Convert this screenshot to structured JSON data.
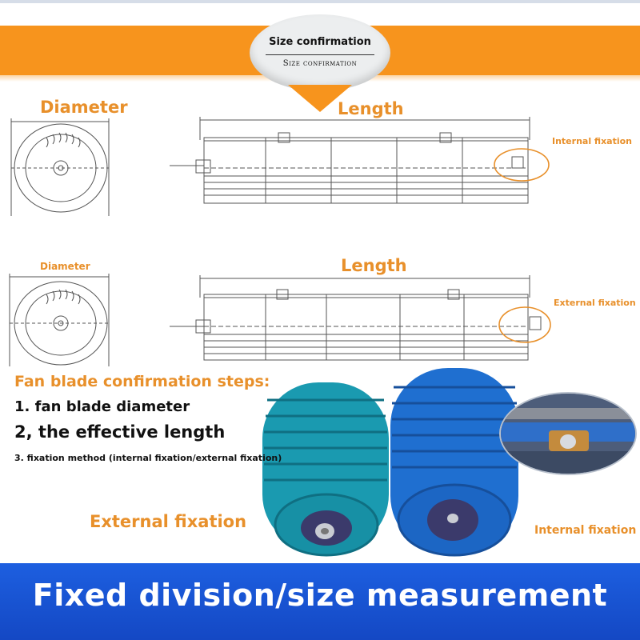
{
  "banner": {
    "title": "Size confirmation",
    "subtitle": "Size confirmation",
    "band_color": "#f7941d"
  },
  "diagram1": {
    "diameter_label": "Diameter",
    "length_label": "Length",
    "fixation_label": "Internal fixation"
  },
  "diagram2": {
    "diameter_label": "Diameter",
    "length_label": "Length",
    "fixation_label": "External fixation"
  },
  "steps": {
    "heading": "Fan blade confirmation steps:",
    "step1": "1. fan blade diameter",
    "step2": "2, the effective length",
    "step3": "3. fixation method (internal fixation/external fixation)"
  },
  "photos": {
    "left_label": "External fixation",
    "right_label": "Internal fixation",
    "left_color": "#1a9ab0",
    "right_color": "#1f6fd0"
  },
  "footer": {
    "text": "Fixed division/size measurement",
    "color": "#1d5fe0"
  }
}
